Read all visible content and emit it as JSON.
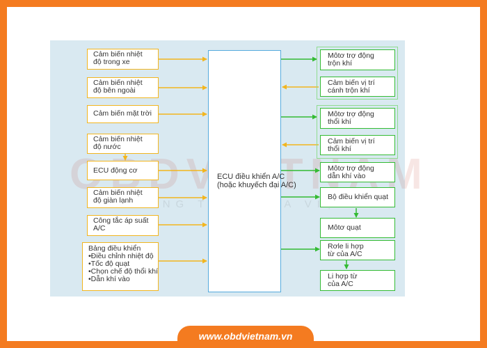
{
  "watermark": {
    "logo": "OBDVIETNAM",
    "tagline": "NÂNG TẦM GARA VIỆT"
  },
  "inputs": [
    {
      "lines": [
        "Cảm biến nhiệt",
        "độ trong xe"
      ]
    },
    {
      "lines": [
        "Cảm biến nhiệt",
        "độ bên ngoài"
      ]
    },
    {
      "lines": [
        "Cảm biến mặt trời"
      ]
    },
    {
      "lines": [
        "Cảm biến nhiệt",
        "độ nước"
      ]
    },
    {
      "lines": [
        "ECU động cơ"
      ]
    },
    {
      "lines": [
        "Cảm biến nhiệt",
        "độ giàn lạnh"
      ]
    },
    {
      "lines": [
        "Công tắc áp suất",
        "A/C"
      ]
    },
    {
      "lines": [
        "Bảng điều khiển",
        "•Điều chỉnh nhiệt độ",
        "•Tốc độ quạt",
        "•Chọn chế độ thổi khí",
        "•Dẫn khí vào"
      ]
    }
  ],
  "ecu": {
    "lines": [
      "ECU điều khiển A/C",
      "(hoặc khuyếch đại A/C)"
    ]
  },
  "outputs": [
    {
      "lines": [
        "Môtơ trợ động",
        "trộn khí"
      ]
    },
    {
      "lines": [
        "Cảm biến vị trí",
        "cánh trộn khí"
      ]
    },
    {
      "lines": [
        "Môtơ trợ động",
        "thổi khí"
      ]
    },
    {
      "lines": [
        "Cảm biến vị trí",
        "thổi khí"
      ]
    },
    {
      "lines": [
        "Môtơ trợ động",
        "dẫn khí vào"
      ]
    },
    {
      "lines": [
        "Bộ điều khiển quạt"
      ]
    },
    {
      "lines": [
        "Môtơ quạt"
      ]
    },
    {
      "lines": [
        "Rơle li hợp",
        "từ của A/C"
      ]
    },
    {
      "lines": [
        "Li hợp từ",
        "của A/C"
      ]
    }
  ],
  "footer": {
    "url": "www.obdvietnam.vn"
  },
  "colors": {
    "frame": "#f47b20",
    "panel": "#d9e9f1",
    "input_wire": "#f2b51e",
    "output_wire": "#33bb33",
    "ecu_border": "#55aadd"
  }
}
